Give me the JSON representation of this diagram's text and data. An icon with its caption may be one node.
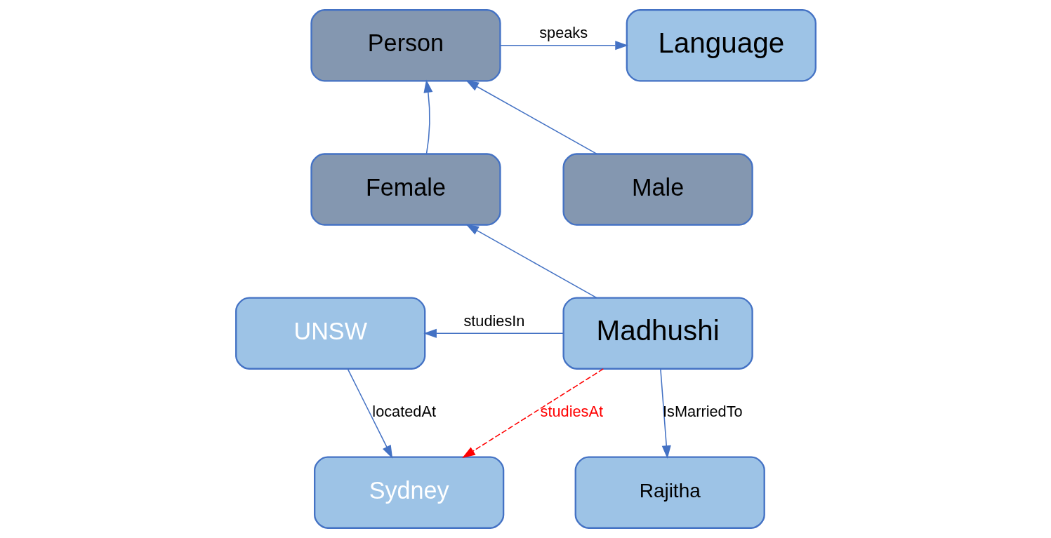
{
  "diagram": {
    "nodes": [
      {
        "text": [
          "Language"
        ]
      },
      {
        "text": [
          "Person"
        ]
      },
      {
        "text": [
          "Female"
        ]
      },
      {
        "text": [
          "Male"
        ]
      },
      {
        "text": [
          "Madhushi"
        ]
      },
      {
        "text": [
          "UNSW"
        ]
      },
      {
        "text": [
          "Sydney"
        ]
      },
      {
        "text": [
          "Rajitha"
        ]
      }
    ],
    "edges": [
      {
        "from": 1,
        "to": 0,
        "arrow": "to",
        "label": "speaks"
      },
      {
        "from": 2,
        "to": 1,
        "arrow": "to"
      },
      {
        "from": 3,
        "to": 1,
        "arrow": "to"
      },
      {
        "from": 4,
        "to": 2,
        "arrow": "to"
      },
      {
        "from": 4,
        "to": 5,
        "arrow": "to",
        "label": "studiesIn"
      },
      {
        "from": 5,
        "to": 6,
        "arrow": "to",
        "label": "locatedAt"
      },
      {
        "from": 4,
        "to": 6,
        "arrow": "to",
        "label": "studiesAt",
        "style": "dashed",
        "color": "#ff0000"
      },
      {
        "from": 4,
        "to": 7,
        "arrow": "to",
        "label": "IsMarriedTo"
      }
    ]
  }
}
